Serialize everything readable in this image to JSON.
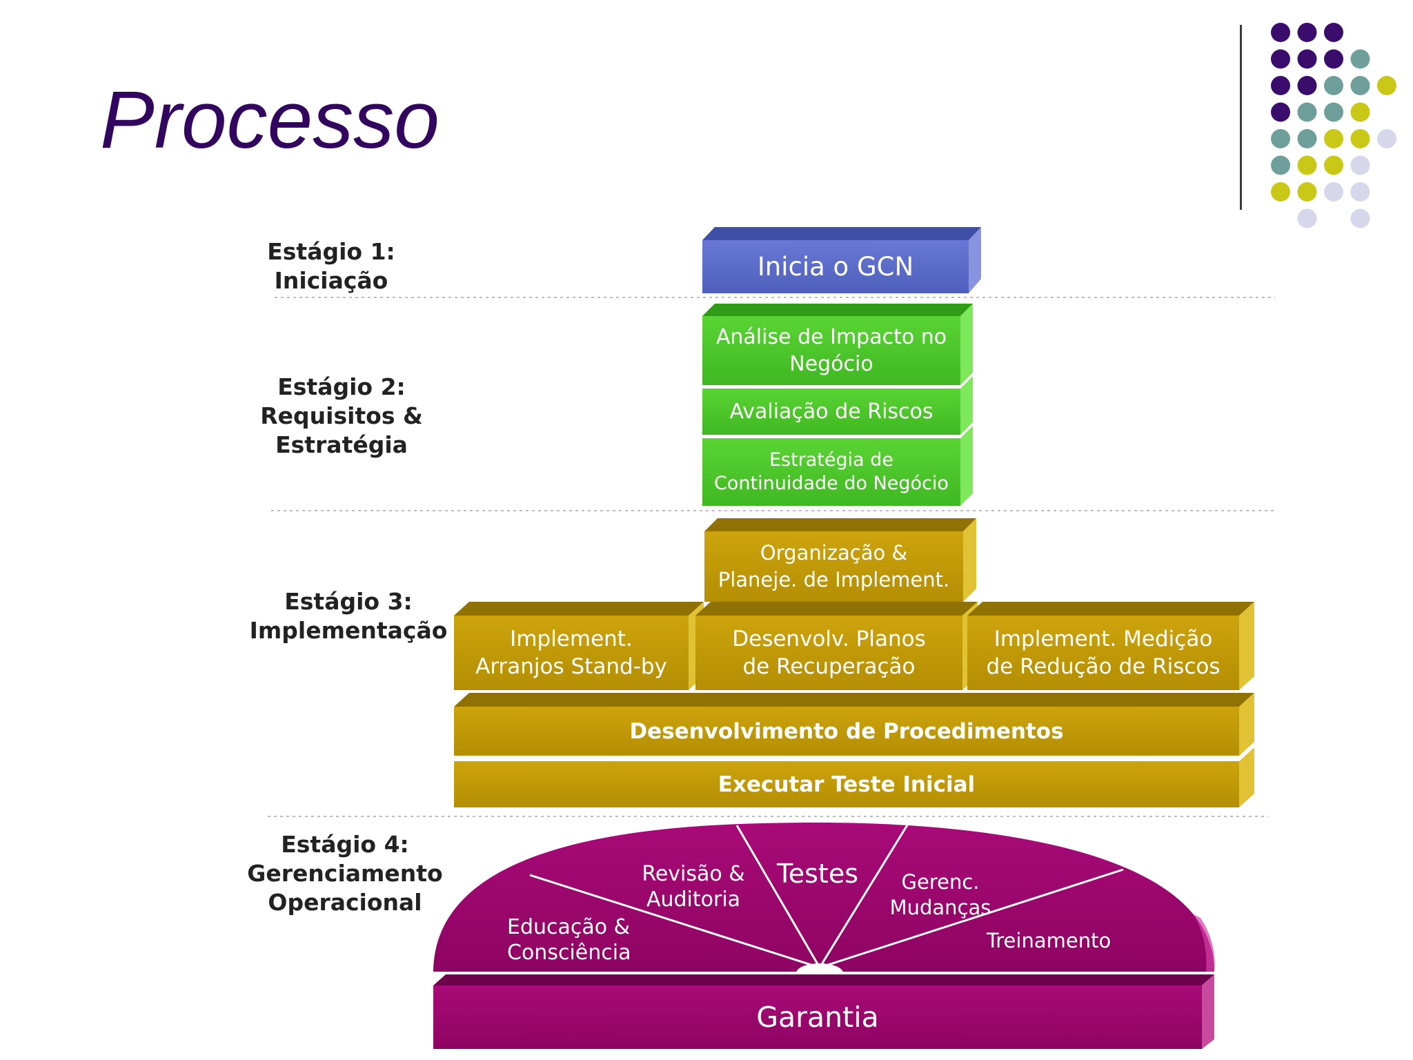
{
  "title": "Processo",
  "stages": [
    {
      "label": "Estágio 1:\nIniciação"
    },
    {
      "label": "Estágio 2:\nRequisitos &\nEstratégia"
    },
    {
      "label": "Estágio 3:\nImplementação"
    },
    {
      "label": "Estágio 4:\nGerenciamento\nOperacional"
    }
  ],
  "blocks": {
    "inicia": "Inicia o GCN",
    "analise": "Análise de Impacto no\nNegócio",
    "avaliacao": "Avaliação de Riscos",
    "estrategia": "Estratégia de\nContinuidade do Negócio",
    "organizacao": "Organização &\nPlaneje. de Implement.",
    "standby": "Implement.\nArranjos Stand-by",
    "desenvolv": "Desenvolv. Planos\nde Recuperação",
    "medicao": "Implement. Medição\nde Redução de Riscos",
    "procedimentos": "Desenvolvimento de Procedimentos",
    "teste": "Executar Teste Inicial"
  },
  "dome_segments": {
    "educacao": "Educação &\nConsciência",
    "revisao": "Revisão &\nAuditoria",
    "testes": "Testes",
    "gerenc": "Gerenc.\nMudanças",
    "treinamento": "Treinamento"
  },
  "base": "Garantia",
  "colors": {
    "title": "#32055e",
    "stage1": "#5b6ac8",
    "stage2": "#4cc72a",
    "stage3": "#c29a06",
    "stage4": "#a0086f",
    "dot_purple": "#3a0c6b",
    "dot_teal": "#6f9f9b",
    "dot_yellow": "#c9c817",
    "dot_lavender": "#d8d6ea"
  }
}
